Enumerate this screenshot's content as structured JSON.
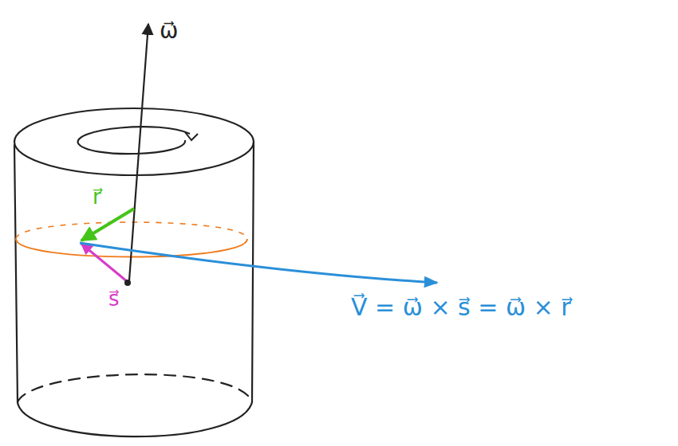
{
  "diagram": {
    "labels": [
      "ω⃗",
      "r⃗",
      "s⃗",
      "V⃗ = ω⃗ × s⃗ = ω⃗ × r⃗"
    ]
  }
}
